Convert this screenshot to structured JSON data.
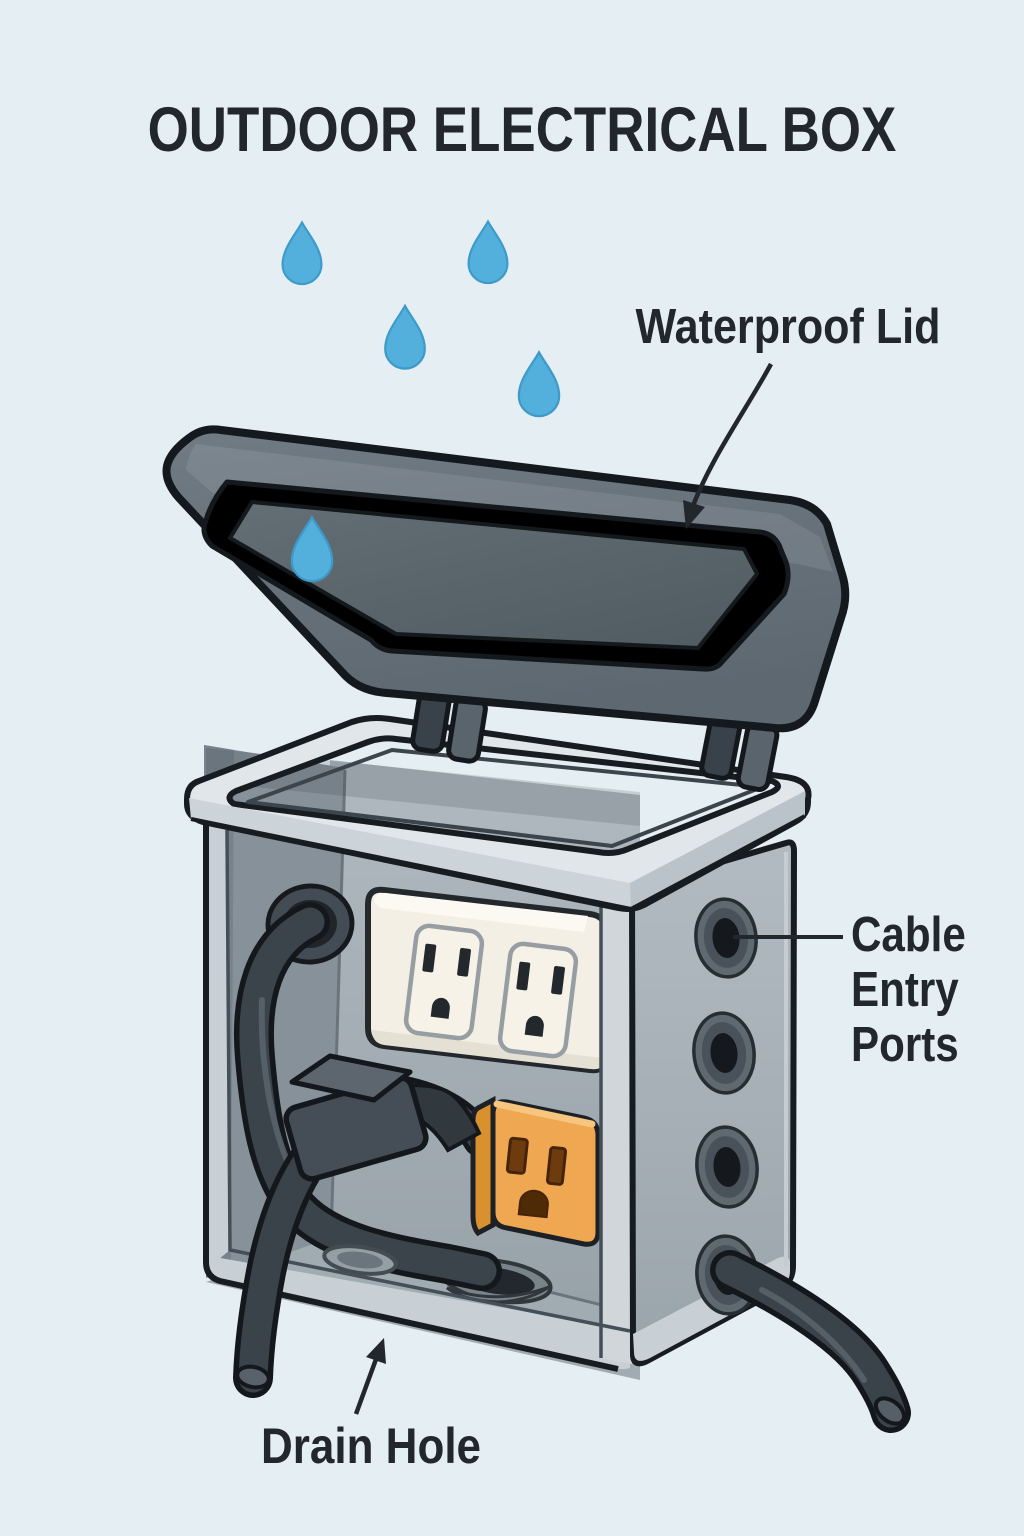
{
  "title": "OUTDOOR ELECTRICAL BOX",
  "annotations": {
    "waterproof_lid": "Waterproof Lid",
    "cable_entry_ports": "Cable\nEntry\nPorts",
    "drain_hole": "Drain Hole"
  },
  "colors": {
    "background": "#e5eef2",
    "water_blue": "#53b0dc",
    "outline_dark": "#14191d",
    "label_text": "#22272c",
    "lid_gray": "#68727b",
    "box_gray": "#aeb8be",
    "rim_light": "#e0e6ea",
    "outlet_plate_white": "#f3efe4",
    "outlet_orange": "#efa851",
    "cable_dark": "#3a424a"
  },
  "figure_counts": {
    "falling_rain_drops": 4,
    "drops_on_lid": 1,
    "cable_entry_ports": 4,
    "white_outlets": 2,
    "orange_outlets": 1,
    "drain_holes": 1,
    "cables": 4
  }
}
